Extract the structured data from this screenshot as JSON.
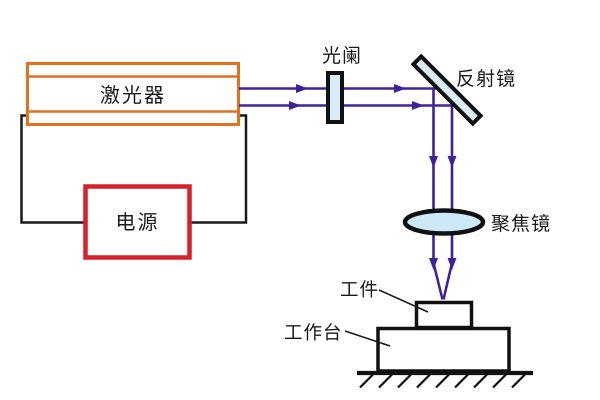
{
  "diagram": {
    "name": "laser-processing-system-schematic",
    "components": {
      "laser": {
        "label": "激光器"
      },
      "power": {
        "label": "电源"
      },
      "aperture": {
        "label": "光阑"
      },
      "mirror": {
        "label": "反射镜"
      },
      "lens": {
        "label": "聚焦镜"
      },
      "workpiece": {
        "label": "工件"
      },
      "worktable": {
        "label": "工作台"
      }
    },
    "colors": {
      "laser_border": "#E0711F",
      "power_border": "#D6212A",
      "beam": "#41209B",
      "optic_fill": "#D9EDF8",
      "lens_fill": "#CDE9F8",
      "outline": "#111111",
      "wire": "#1a1a1a"
    }
  }
}
